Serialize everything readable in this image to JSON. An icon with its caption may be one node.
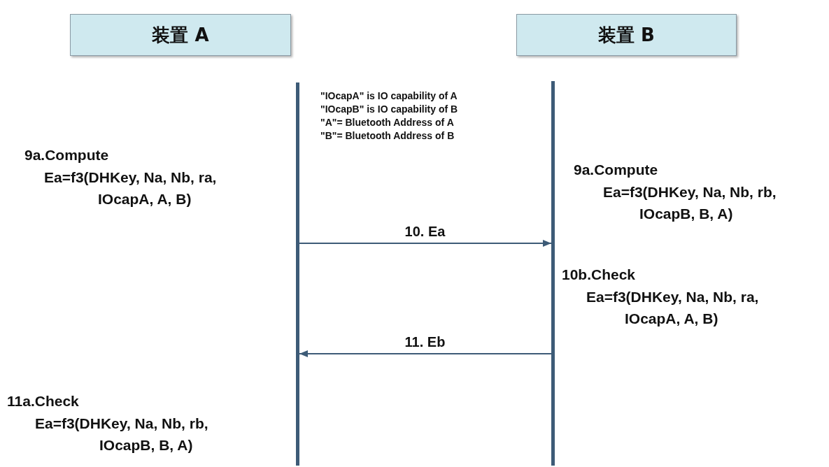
{
  "diagram": {
    "nodes": [
      {
        "text": [
          "装置 A"
        ]
      },
      {
        "text": [
          "装置 B"
        ]
      },
      {
        "text": [],
        "shape": "bar"
      },
      {
        "text": [],
        "shape": "bar"
      }
    ],
    "edges": [
      {
        "from": 2,
        "to": 3,
        "arrow": "to",
        "label": "10. Ea"
      },
      {
        "from": 3,
        "to": 2,
        "arrow": "to",
        "label": "11. Eb"
      }
    ],
    "labels": [
      "\"IOcapA\" is IO capability of A",
      "\"IOcapB\" is IO capability of B",
      "\"A\"= Bluetooth Address of A",
      "\"B\"= Bluetooth Address of B",
      "9a.Compute",
      "Ea=f3(DHKey, Na, Nb, ra, IOcapA, A, B)",
      "9a.Compute",
      "Ea=f3(DHKey, Na, Nb, rb, IOcapB, B, A)",
      "10b.Check",
      "Ea=f3(DHKey, Na, Nb, ra, IOcapA, A, B)",
      "11a.Check",
      "Ea=f3(DHKey, Na, Nb, rb, IOcapB, B, A)"
    ]
  }
}
